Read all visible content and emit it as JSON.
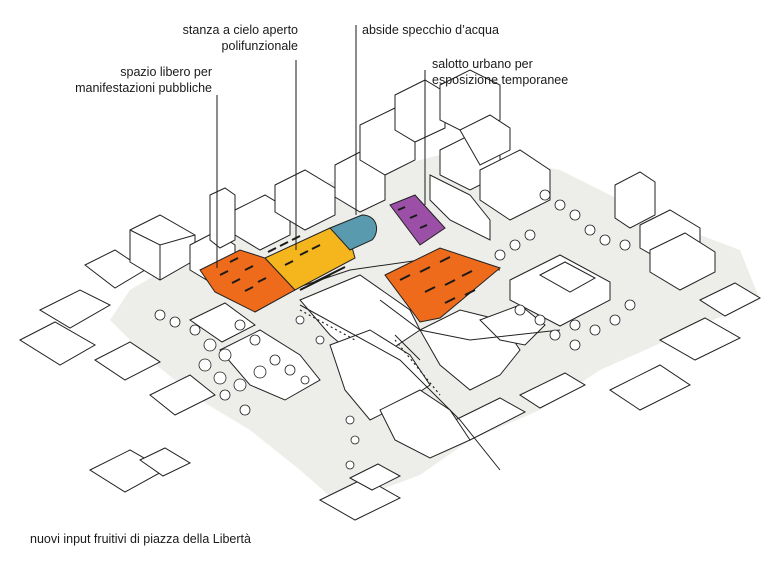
{
  "labels": {
    "stanza": {
      "line1": "stanza a cielo aperto",
      "line2": "polifunzionale"
    },
    "abside": {
      "line1": "abside specchio d’acqua"
    },
    "spazio": {
      "line1": "spazio libero per",
      "line2": "manifestazioni pubbliche"
    },
    "salotto": {
      "line1": "salotto urbano per",
      "line2": "esposizione temporanee"
    }
  },
  "caption": "nuovi input fruitivi di piazza della Libertà",
  "colors": {
    "ground": "#ededea",
    "outline": "#222222",
    "orange": "#ee6b1c",
    "yellow": "#f5b51c",
    "teal": "#5a9aae",
    "purple": "#9b4fa6",
    "tree": "#ffffff"
  }
}
